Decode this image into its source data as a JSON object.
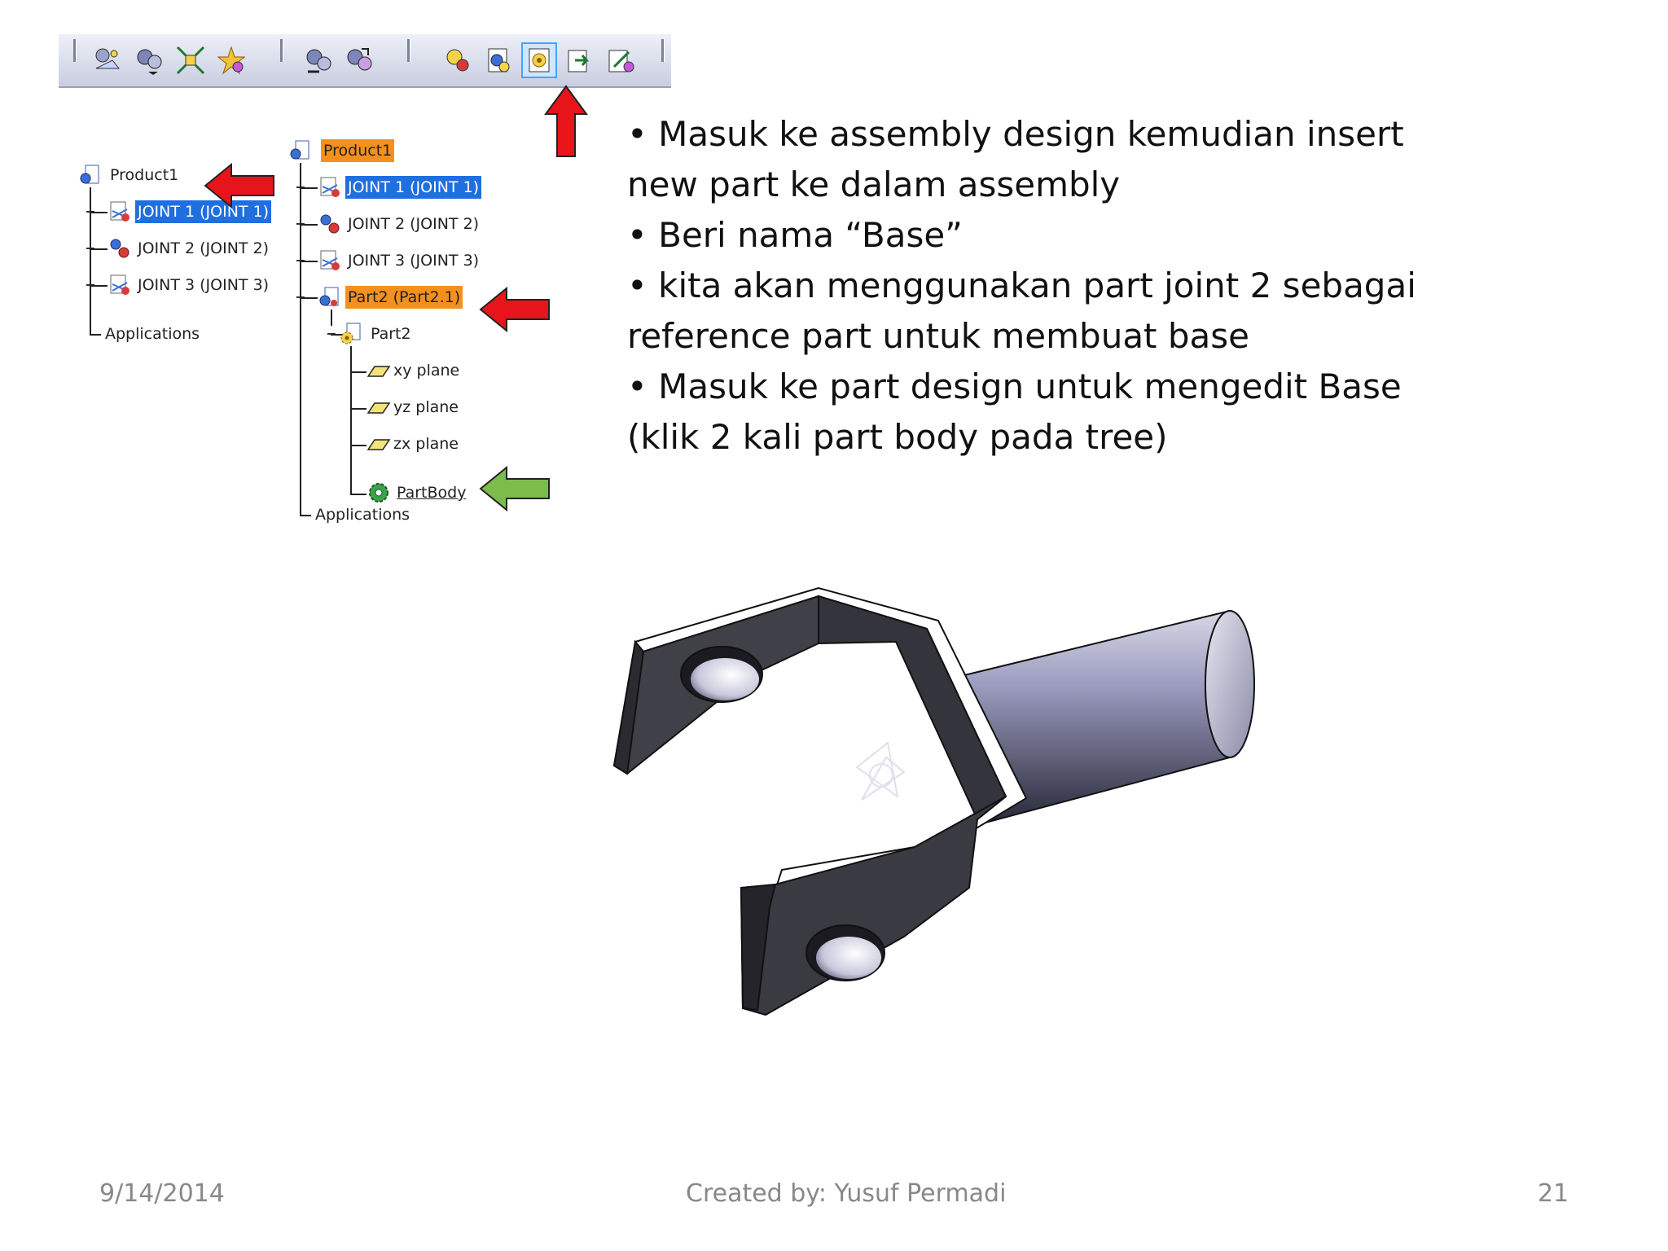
{
  "toolbar": {
    "icons": [
      "insert-component-icon",
      "assembly-features-icon",
      "explode-icon",
      "manipulate-icon",
      "reorder-icon",
      "replace-component-icon",
      "new-component-icon",
      "new-product-icon",
      "new-part-icon",
      "existing-component-icon",
      "existing-with-positioning-icon"
    ],
    "highlighted": "new-part-icon"
  },
  "tree_left": {
    "root": "Product1",
    "children": [
      "JOINT 1 (JOINT 1)",
      "JOINT 2 (JOINT 2)",
      "JOINT 3 (JOINT 3)"
    ],
    "applications": "Applications"
  },
  "tree_right": {
    "root": "Product1",
    "children": [
      "JOINT 1 (JOINT 1)",
      "JOINT 2 (JOINT 2)",
      "JOINT 3 (JOINT 3)",
      "Part2 (Part2.1)"
    ],
    "part": "Part2",
    "planes": [
      "xy plane",
      "yz plane",
      "zx plane"
    ],
    "body": "PartBody",
    "applications": "Applications"
  },
  "colors": {
    "arrow_red": "#e8141b",
    "arrow_green": "#7cbc4a",
    "select_blue": "#1f6fe0",
    "select_orange": "#f5901f"
  },
  "bullets": [
    "• Masuk ke assembly design kemudian insert new part ke dalam assembly",
    "• Beri nama “Base”",
    "• kita akan menggunakan part joint 2 sebagai reference part untuk membuat base",
    "• Masuk ke part design untuk mengedit Base (klik 2 kali part body pada tree)"
  ],
  "footer": {
    "date": "9/14/2014",
    "author": "Created by: Yusuf Permadi",
    "page": "21"
  }
}
